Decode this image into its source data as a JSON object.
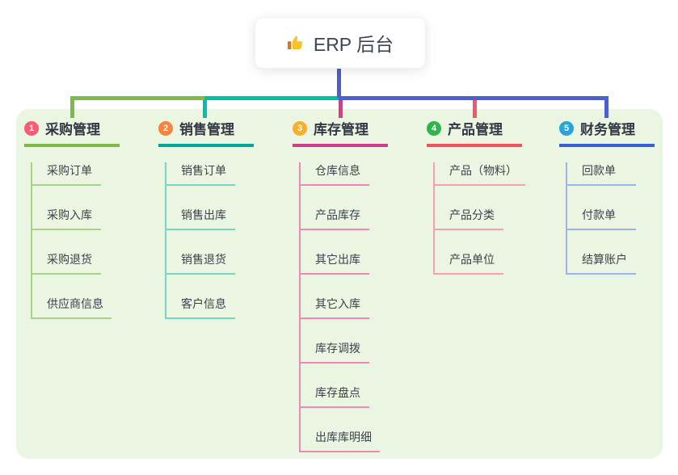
{
  "root": {
    "title": "ERP 后台",
    "icon": "thumbs-up-icon"
  },
  "colors": {
    "canvas_bg": "#eaf6e2",
    "root_line": "#4c5fd1"
  },
  "branches": [
    {
      "index": "1",
      "label": "采购管理",
      "badge_color": "#f85c72",
      "line_color": "#7cba4a",
      "child_line_color": "#a8d287",
      "connector_color": "#7cba4a",
      "children": [
        "采购订单",
        "采购入库",
        "采购退货",
        "供应商信息"
      ]
    },
    {
      "index": "2",
      "label": "销售管理",
      "badge_color": "#f8823f",
      "line_color": "#00a79b",
      "child_line_color": "#7bd3c7",
      "connector_color": "#00c0ad",
      "children": [
        "销售订单",
        "销售出库",
        "销售退货",
        "客户信息"
      ]
    },
    {
      "index": "3",
      "label": "库存管理",
      "badge_color": "#f8b02c",
      "line_color": "#d23c8e",
      "child_line_color": "#f087b7",
      "connector_color": "#e1368c",
      "children": [
        "仓库信息",
        "产品库存",
        "其它出库",
        "其它入库",
        "库存调拨",
        "库存盘点",
        "出库库明细"
      ]
    },
    {
      "index": "4",
      "label": "产品管理",
      "badge_color": "#30b44d",
      "line_color": "#f4505e",
      "child_line_color": "#f8a0a3",
      "connector_color": "#f4556a",
      "children": [
        "产品（物料）",
        "产品分类",
        "产品单位"
      ]
    },
    {
      "index": "5",
      "label": "财务管理",
      "badge_color": "#27a5da",
      "line_color": "#3560d8",
      "child_line_color": "#9cb3e9",
      "connector_color": "#4c5fd1",
      "children": [
        "回款单",
        "付款单",
        "结算账户"
      ]
    }
  ]
}
